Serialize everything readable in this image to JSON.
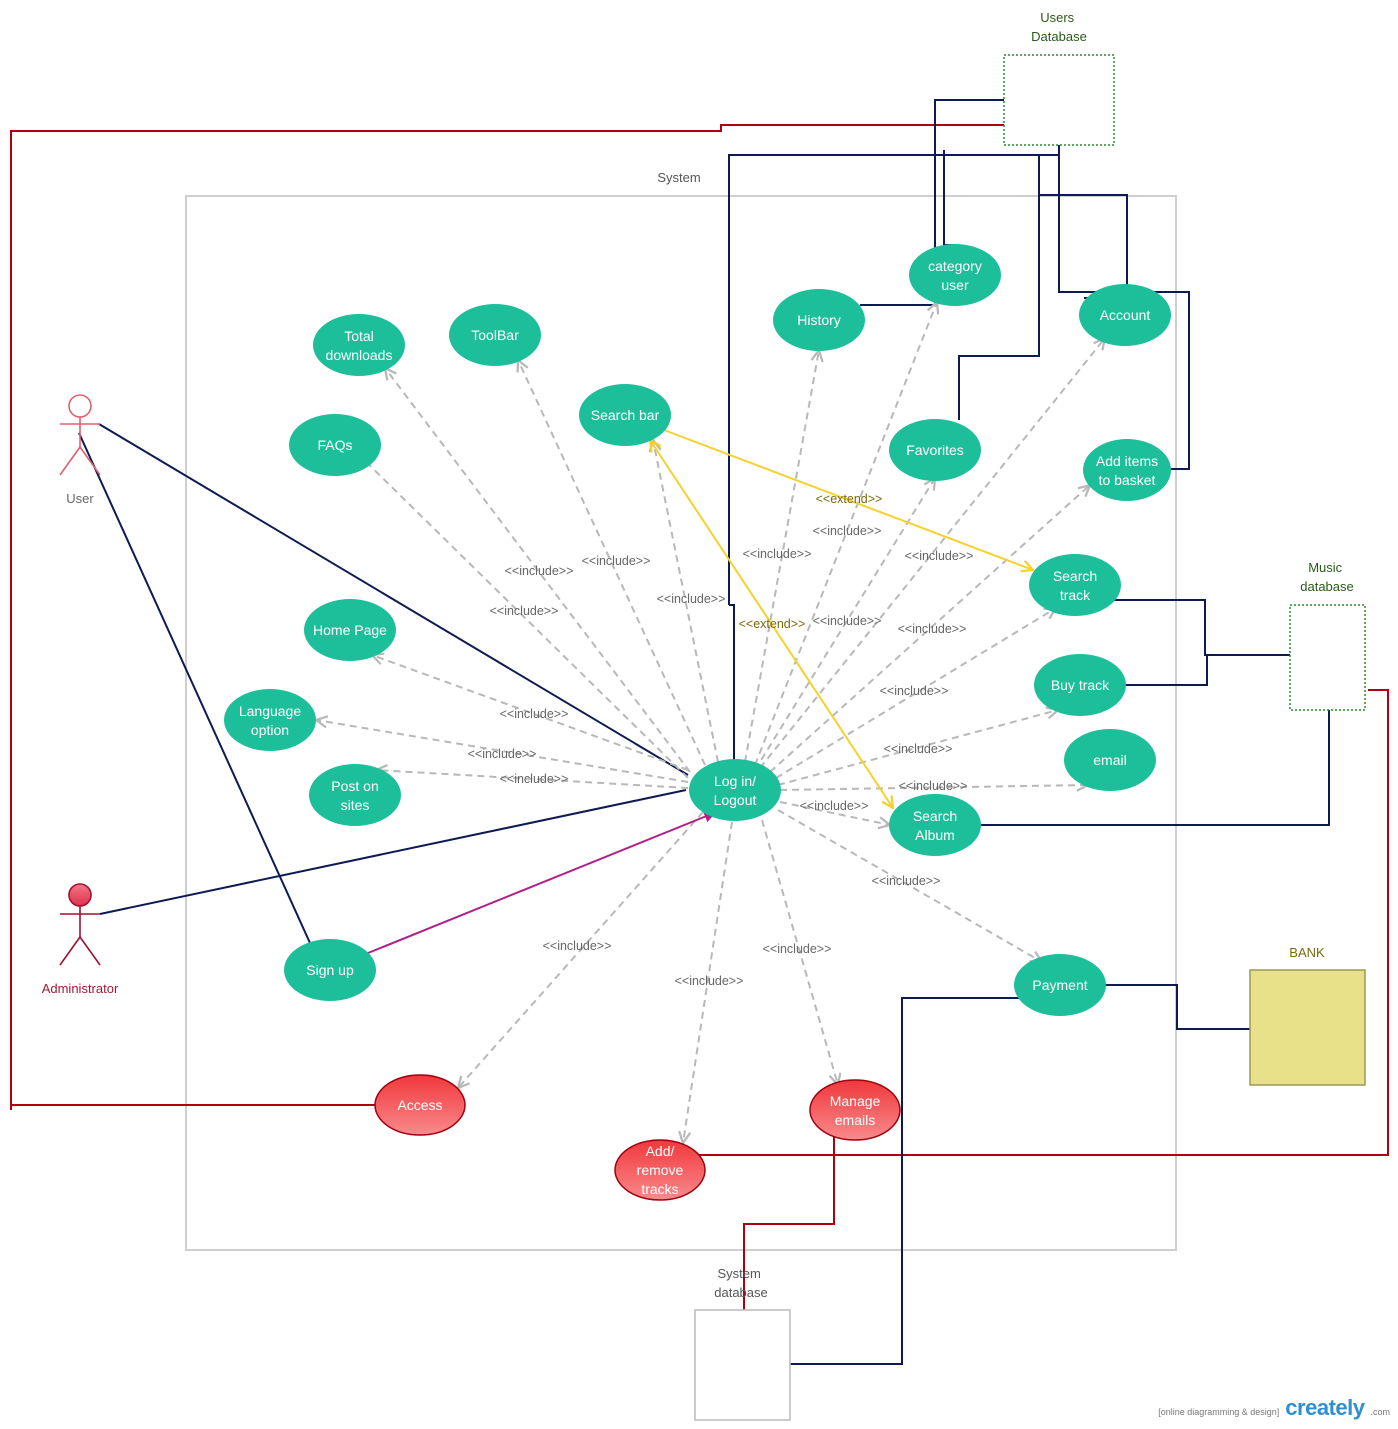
{
  "colors": {
    "usecase": "#1dbf9a",
    "admin_usecase": "#f0494c",
    "include_line": "#b8b8b8",
    "extend_line": "#f5d12d",
    "assoc_navy": "#0d1b52",
    "assoc_red": "#b00010",
    "signup_arrow": "#b0208a",
    "bank_fill": "#e9e08a",
    "bank_border": "#9a9a55",
    "db_border": "#2a8a2a"
  },
  "system": {
    "label": "System"
  },
  "actors": {
    "user": {
      "label": "User"
    },
    "admin": {
      "label": "Administrator"
    }
  },
  "databases": {
    "users": {
      "label_line1": "Users",
      "label_line2": "Database"
    },
    "music": {
      "label_line1": "Music",
      "label_line2": "database"
    },
    "system": {
      "label_line1": "System",
      "label_line2": "database"
    },
    "bank": {
      "label": "BANK"
    }
  },
  "usecases": {
    "total_downloads": [
      "Total",
      "downloads"
    ],
    "toolbar": [
      "ToolBar"
    ],
    "search_bar": [
      "Search bar"
    ],
    "history": [
      "History"
    ],
    "category_user": [
      "category",
      "user"
    ],
    "account": [
      "Account"
    ],
    "faqs": [
      "FAQs"
    ],
    "favorites": [
      "Favorites"
    ],
    "add_items": [
      "Add items",
      "to basket"
    ],
    "search_track": [
      "Search",
      "track"
    ],
    "home_page": [
      "Home Page"
    ],
    "buy_track": [
      "Buy track"
    ],
    "language_option": [
      "Language",
      "option"
    ],
    "email": [
      "email"
    ],
    "post_on_sites": [
      "Post on",
      "sites"
    ],
    "login": [
      "Log in/",
      "Logout"
    ],
    "search_album": [
      "Search",
      "Album"
    ],
    "sign_up": [
      "Sign up"
    ],
    "payment": [
      "Payment"
    ],
    "access": [
      "Access"
    ],
    "manage_emails": [
      "Manage",
      "emails"
    ],
    "add_remove_tracks": [
      "Add/",
      "remove",
      "tracks"
    ]
  },
  "relations": {
    "include": "<<include>>",
    "extend": "<<extend>>"
  },
  "footer": {
    "tagline": "[online diagramming & design]",
    "brand": "creately",
    "domain": ".com"
  }
}
